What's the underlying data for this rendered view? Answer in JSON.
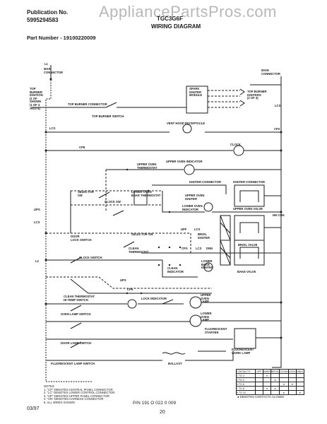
{
  "header": {
    "publication_label": "Publication No.",
    "publication_number": "5995294583",
    "model": "TGC3G6F",
    "title": "WIRING DIAGRAM",
    "part_number": "Part Number - 19100220009",
    "watermark": "AppliancePartsPros.com"
  },
  "footer": {
    "date": "03/97",
    "pn": "P/N 191 O 022 0 009",
    "page": "20"
  },
  "labels": {
    "l1": "L1",
    "main_connector_left": "MAIN\nCONNECTOR",
    "main_connector_right": "MAIN\nCONNECTOR",
    "top_burner_ignition": "TOP\nBURNER\nIGNITION\n(1 OF\nSHOWN\n(1 OF 4\nAO3T4)",
    "spark_module": "SPARK\nIGNITER\nMODULE",
    "top_burner_igniters": "TOP BURNER\nIGNITERS\n(2 OF 4)",
    "top_burner_connector": "TOP BURNER CONNECTOR",
    "top_burner_switch": "TOP BURNER SWITCH",
    "vent_hood": "VENT HOOD RECEPTACLE",
    "lcs_top": "LCS",
    "lcs_right": "LCS",
    "cp2": "CP2",
    "cp8": "CP8",
    "clock": "CLOCK",
    "upper_oven_indicator": "UPPER OVEN INDICATOR",
    "upper_oven_thermostat": "UPPER OVEN\nTHERMOSTAT",
    "igniter_connector_1": "IGNITER CONNECTOR",
    "igniter_connector_2": "IGNITER CONNECTOR",
    "selector_sw": "SELECTOR\nSW",
    "clock_sw": "CLOCK SW",
    "lower_oven_bake": "LOWER OVEN\nBAKE THERMOSTAT",
    "upper_oven_igniter": "UPPER OVEN\nIGNITER",
    "lower_oven_indicator": "LOWER OVEN\nINDICATOR",
    "upper_oven_valve": "UPPER OVEN VALVE",
    "ups": "UPS",
    "lcs_mid": "LCS",
    "hn_con": "HN CON",
    "door_lock": "DOOR\nLOCK SWITCH",
    "selector_sw2": "SELECTOR SW",
    "upf": "UPF",
    "lcs2": "LCS",
    "broil_igniter": "BROIL\nIGNITER",
    "clean_thermostat": "CLEAN\nTHERMOSTAT",
    "cps": "CPS",
    "lcs3": "LCS",
    "dnn": "DNN",
    "broil_valve": "BROIL VALVE",
    "clock_switch": "CLOCK SWITCH",
    "l2": "L2",
    "lower_bake": "LOWER\nBAKE\nIGNITER",
    "clean_indicator": "CLEAN\nINDICATOR",
    "clean_thermostat2": "CLEAN THERMOSTAT\nHI-TEMP SWITCH",
    "bake_valve": "BAKE VALVE",
    "upf2": "UPS",
    "cp6": "CP6",
    "lock_indicator": "LOCK INDICATOR",
    "oven_lamp_switch": "OVEN LAMP SWITCH",
    "upper_oven_lamp": "UPPER\nOVEN\nLAMP",
    "lower_oven_lamp": "LOWER\nOVEN\nLAMP",
    "fluorescent_starter": "FLUORESCENT\nSTARTER",
    "door_lamp_switch": "DOOR LAMP SWITCH",
    "fluorescent_lamp_switch": "FLUORESCENT LAMP SWITCH",
    "fluorescent_work_lamp": "FLUORESCENT\nWORK LAMP",
    "ballast": "BALLAST",
    "notes": "NOTES:\n1. \"CP\" DENOTES CENTRAL PANEL CONNECTOR\n2. \"LC\" DENOTES LOWER CONTROL CONNECTOR\n3. \"UP\" DENOTES UPPER PANEL CONNECTOR\n4. \"HN\" DENOTES HARNESS CONNECTOR\n5. ALL WIRES SHOWN"
  },
  "contact_table": {
    "header": [
      "CONTACTS",
      "OFF",
      "BAKE",
      "BROIL",
      "CLEAN",
      "LOCK",
      "UNLK"
    ],
    "rows": [
      [
        "1 TO 2",
        "",
        "●",
        "",
        "",
        "",
        ""
      ],
      [
        "3 TO 4",
        "",
        "",
        "●",
        "",
        "",
        ""
      ],
      [
        "5 TO 6",
        "",
        "",
        "",
        "●",
        "●",
        ""
      ],
      [
        "7 TO 8",
        "",
        "●",
        "●",
        "",
        "",
        ""
      ],
      [
        "9 TO 10",
        "",
        "",
        "",
        "●",
        "",
        "●"
      ]
    ],
    "footnote": "● DENOTES CONTACTS CLOSED"
  }
}
